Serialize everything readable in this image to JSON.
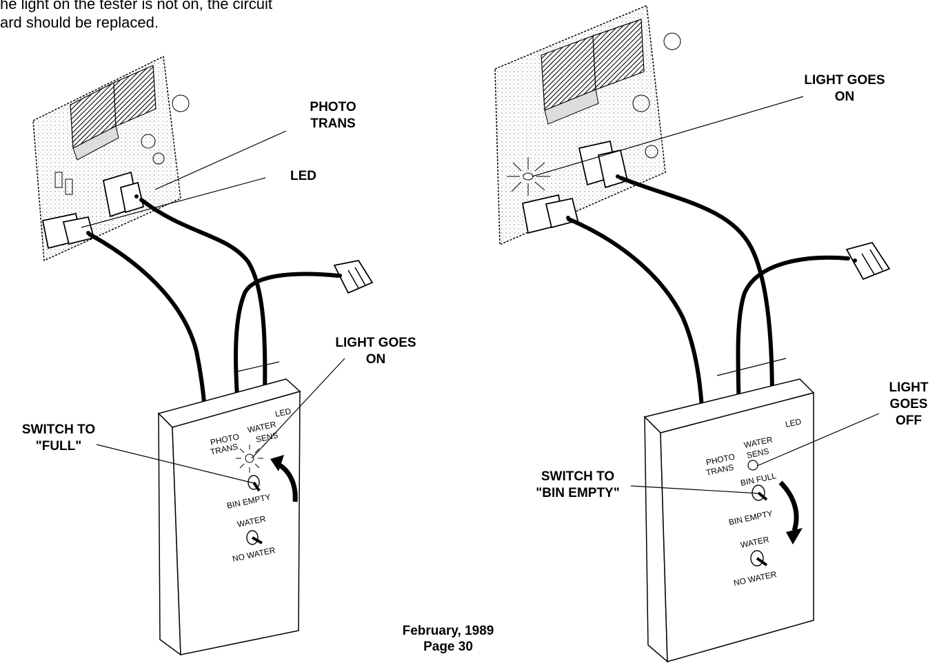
{
  "intro": {
    "line1": "he light on the tester is not on, the circuit",
    "line2": "ard should be replaced."
  },
  "left": {
    "photo_trans_label": "PHOTO\nTRANS",
    "led_label": "LED",
    "light_goes_on_label": "LIGHT GOES\nON",
    "switch_label": "SWITCH TO\n\"FULL\"",
    "box_photo": "PHOTO",
    "box_trans": "TRANS",
    "box_water": "WATER",
    "box_sens": "SENS",
    "box_led": "LED",
    "box_bin_empty": "BIN EMPTY",
    "box_water2": "WATER",
    "box_no_water": "NO WATER"
  },
  "right": {
    "light_goes_on_label": "LIGHT GOES\nON",
    "light_goes_off_label": "LIGHT\nGOES\nOFF",
    "switch_label": "SWITCH TO\n\"BIN EMPTY\"",
    "box_photo": "PHOTO",
    "box_trans": "TRANS",
    "box_water": "WATER",
    "box_sens": "SENS",
    "box_led": "LED",
    "box_bin_full": "BIN FULL",
    "box_bin_empty": "BIN EMPTY",
    "box_water2": "WATER",
    "box_no_water": "NO WATER"
  },
  "footer": {
    "date": "February, 1989",
    "page": "Page 30"
  }
}
